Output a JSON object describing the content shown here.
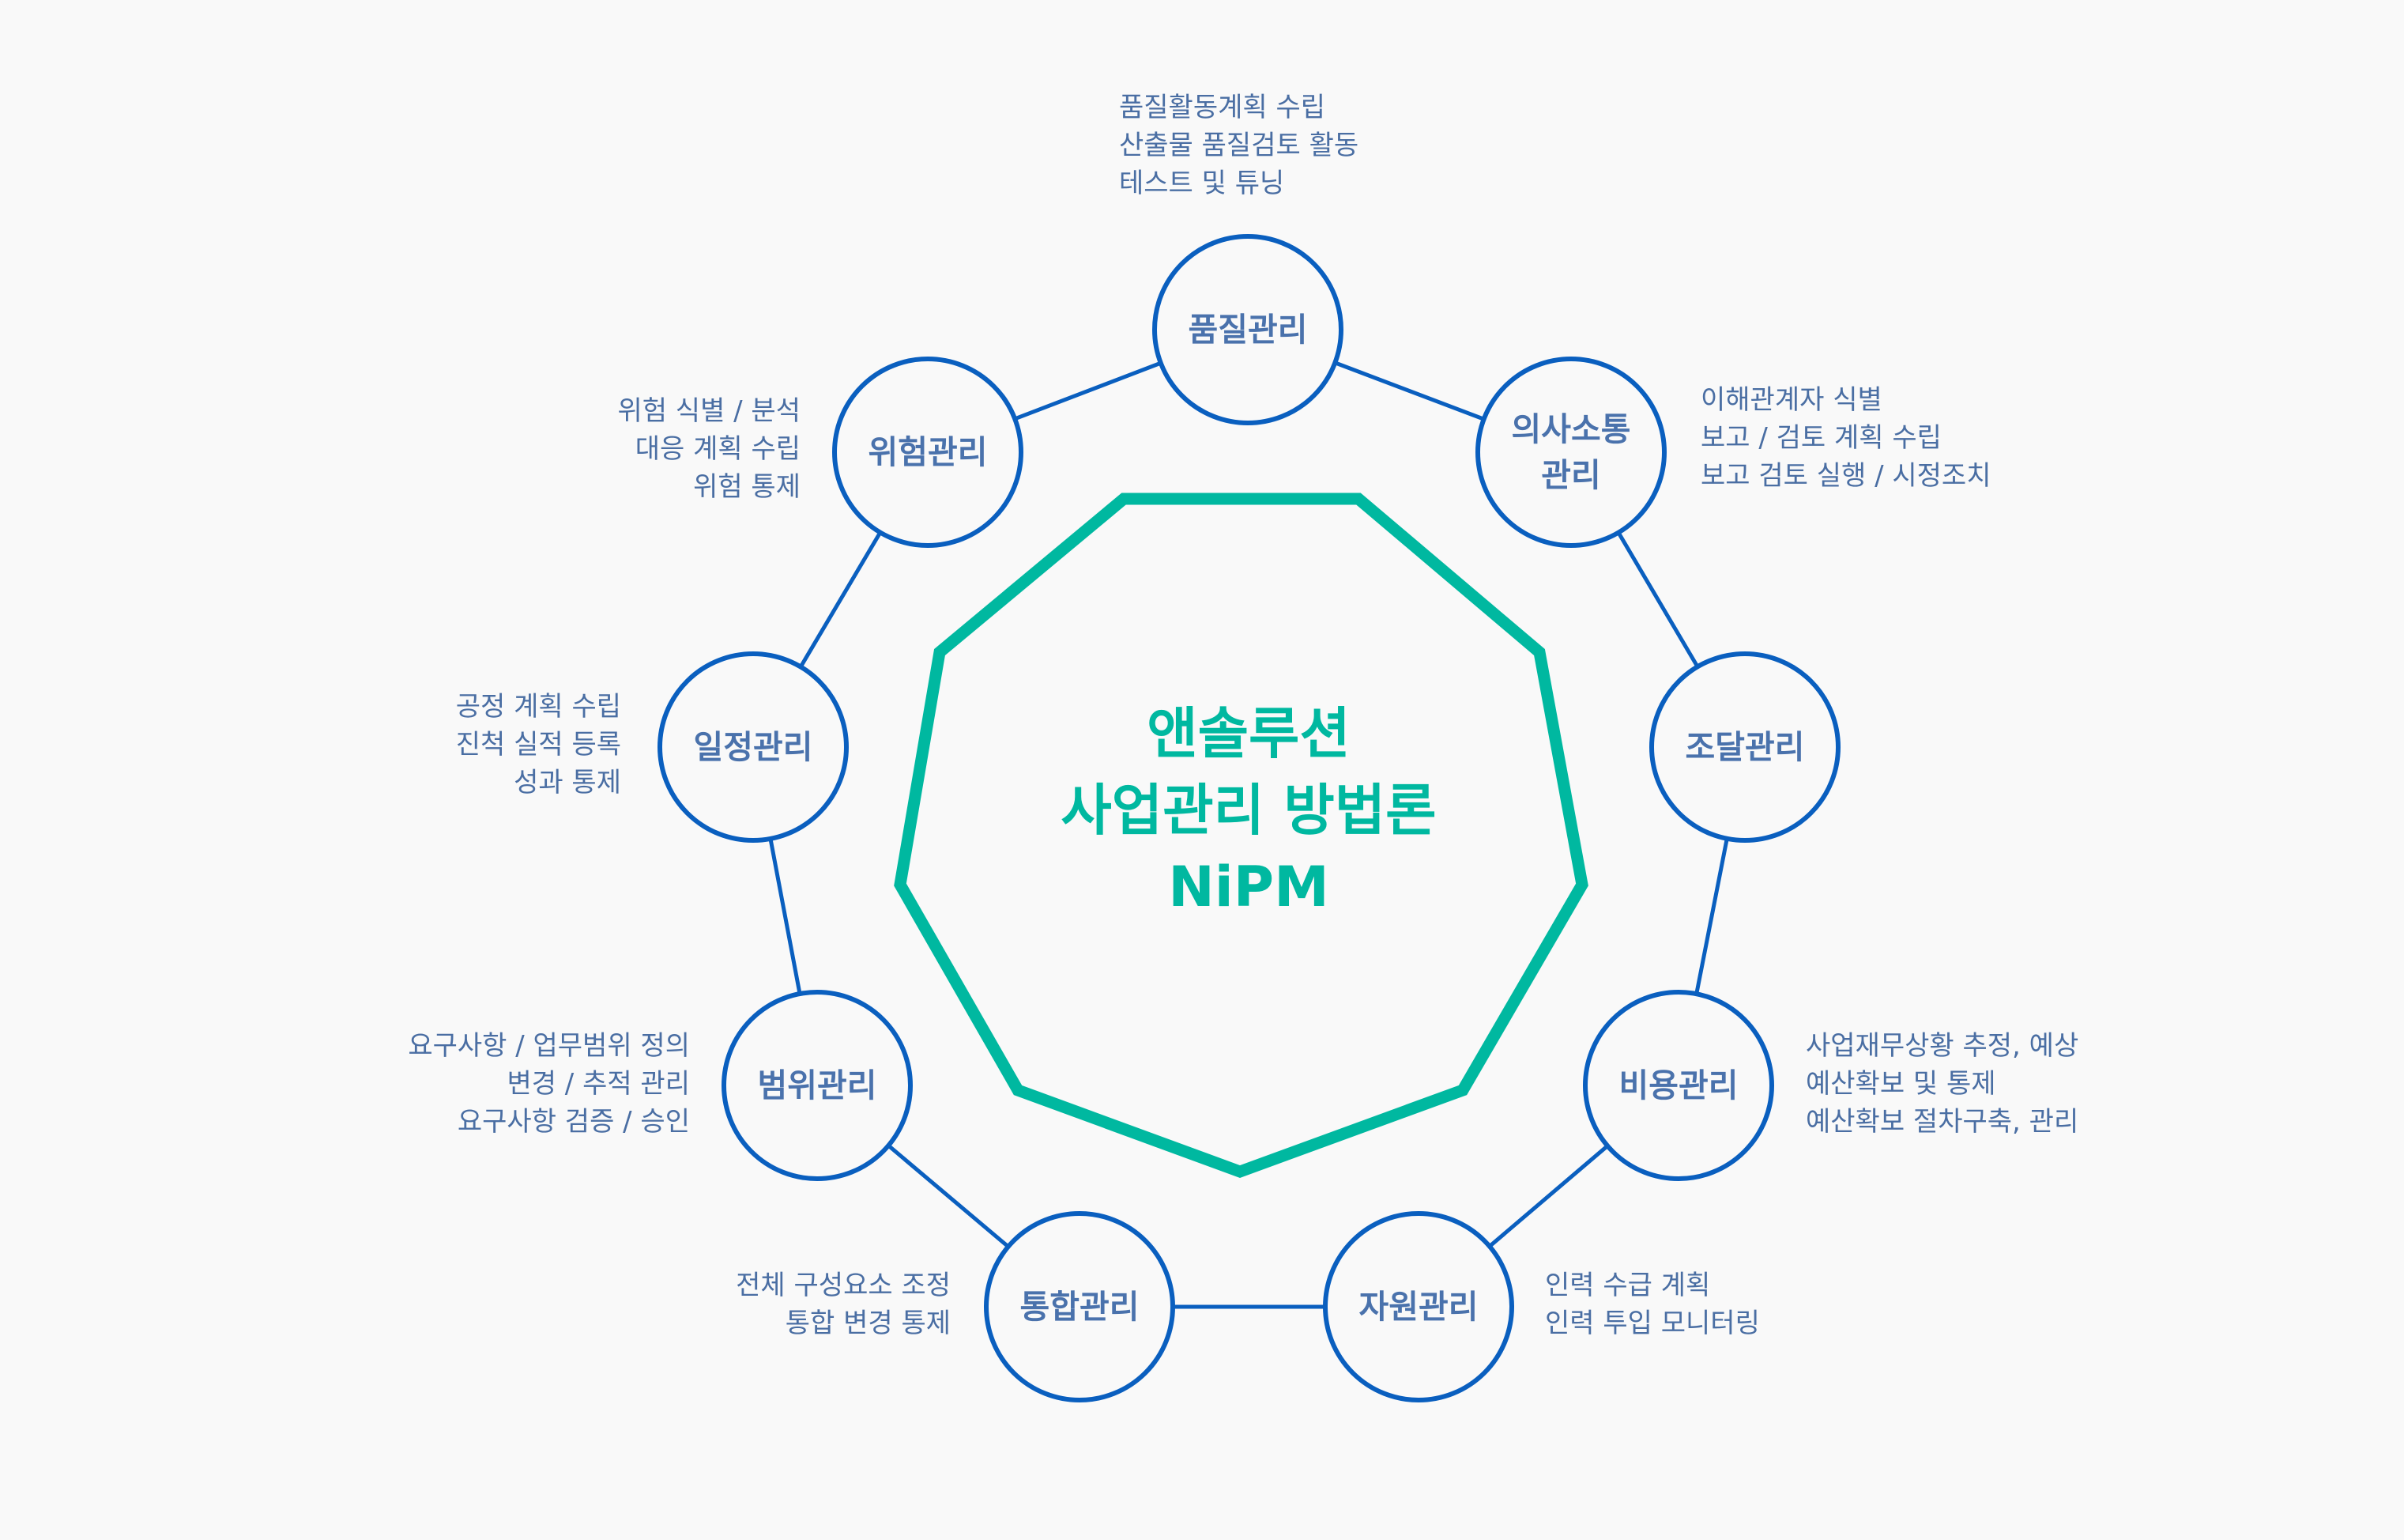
{
  "center": {
    "lines": [
      "앤솔루션",
      "사업관리 방법론",
      "NiPM"
    ]
  },
  "colors": {
    "accent": "#00b8a0",
    "node_stroke": "#0a5fbf",
    "text": "#4a6ea3"
  },
  "nodes": [
    {
      "label": "품질관리",
      "desc": [
        "품질활동계획 수립",
        "산출물 품질검토 활동",
        "테스트 및 튜닝"
      ]
    },
    {
      "label": "의사소통\n관리",
      "desc": [
        "이해관계자 식별",
        "보고 / 검토 계획 수립",
        "보고 검토 실행 / 시정조치"
      ]
    },
    {
      "label": "조달관리",
      "desc": []
    },
    {
      "label": "비용관리",
      "desc": [
        "사업재무상황 추정, 예상",
        "예산확보 및 통제",
        "예산확보 절차구축, 관리"
      ]
    },
    {
      "label": "자원관리",
      "desc": [
        "인력 수급 계획",
        "인력 투입 모니터링"
      ]
    },
    {
      "label": "통합관리",
      "desc": [
        "전체 구성요소 조정",
        "통합 변경 통제"
      ]
    },
    {
      "label": "범위관리",
      "desc": [
        "요구사항 / 업무범위 정의",
        "변경 / 추적 관리",
        "요구사항 검증 / 승인"
      ]
    },
    {
      "label": "일정관리",
      "desc": [
        "공정 계획 수립",
        "진척 실적 등록",
        "성과 통제"
      ]
    },
    {
      "label": "위험관리",
      "desc": [
        "위험 식별 / 분석",
        "대응 계획 수립",
        "위험 통제"
      ]
    }
  ]
}
